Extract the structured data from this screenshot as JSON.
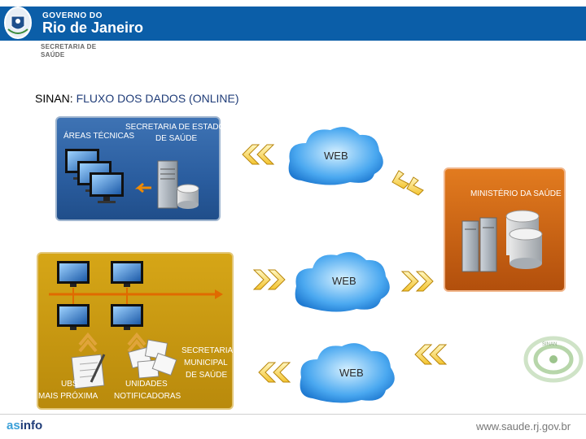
{
  "header": {
    "gov_small": "GOVERNO DO",
    "gov_big": "Rio de Janeiro",
    "secretaria_line1": "SECRETARIA DE",
    "secretaria_line2": "SAÚDE",
    "colors": {
      "bar": "#0b5ea8"
    }
  },
  "title": {
    "prefix": "SINAN:",
    "highlight": "FLUXO DOS DADOS (ONLINE)"
  },
  "panels": {
    "state": {
      "title_line1": "SECRETARIA DE ESTADO",
      "title_line2": "DE SAÚDE",
      "areas": "ÁREAS TÉCNICAS",
      "color": "#2a5d9f"
    },
    "municipal": {
      "title_line1": "SECRETARIA",
      "title_line2": "MUNICIPAL",
      "title_line3": "DE SAÚDE",
      "ubs_line1": "UBS",
      "ubs_line2": "MAIS PRÓXIMA",
      "unidades_line1": "UNIDADES",
      "unidades_line2": "NOTIFICADORAS",
      "color": "#c9980f"
    },
    "ministerio": {
      "title": "MINISTÉRIO DA SAÚDE",
      "color": "#c8620f"
    }
  },
  "clouds": {
    "top": "WEB",
    "middle": "WEB",
    "bottom": "WEB"
  },
  "sinan_logo": "SINAN",
  "footer": {
    "brand_as": "as",
    "brand_info": "info",
    "site": "www.saude.rj.gov.br"
  },
  "icons": [
    "crest-icon",
    "computer-icon",
    "server-icon",
    "database-icon",
    "cloud-icon",
    "chevron-arrow-icon",
    "document-icon",
    "sinan-logo-icon"
  ]
}
